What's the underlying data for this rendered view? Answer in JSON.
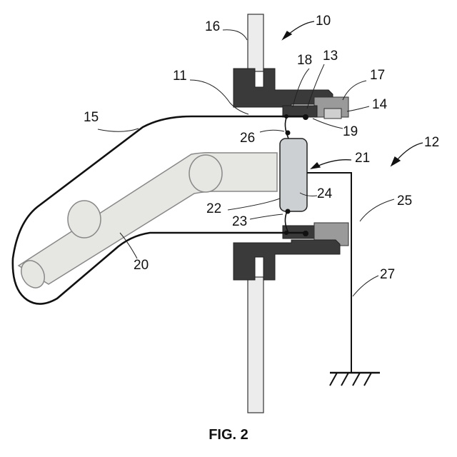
{
  "caption": "FIG. 2",
  "reference_numerals": [
    "10",
    "11",
    "12",
    "13",
    "14",
    "15",
    "16",
    "17",
    "18",
    "19",
    "20",
    "21",
    "22",
    "23",
    "24",
    "25",
    "26",
    "27"
  ],
  "colors": {
    "line": "#111111",
    "wall": "#ececec",
    "dark_part": "#3a3a3a",
    "mid_part": "#9a9a9a",
    "light_part": "#cfcfcf",
    "tube_fill": "#e6e6e2",
    "body_fill": "#cdd0d3"
  }
}
